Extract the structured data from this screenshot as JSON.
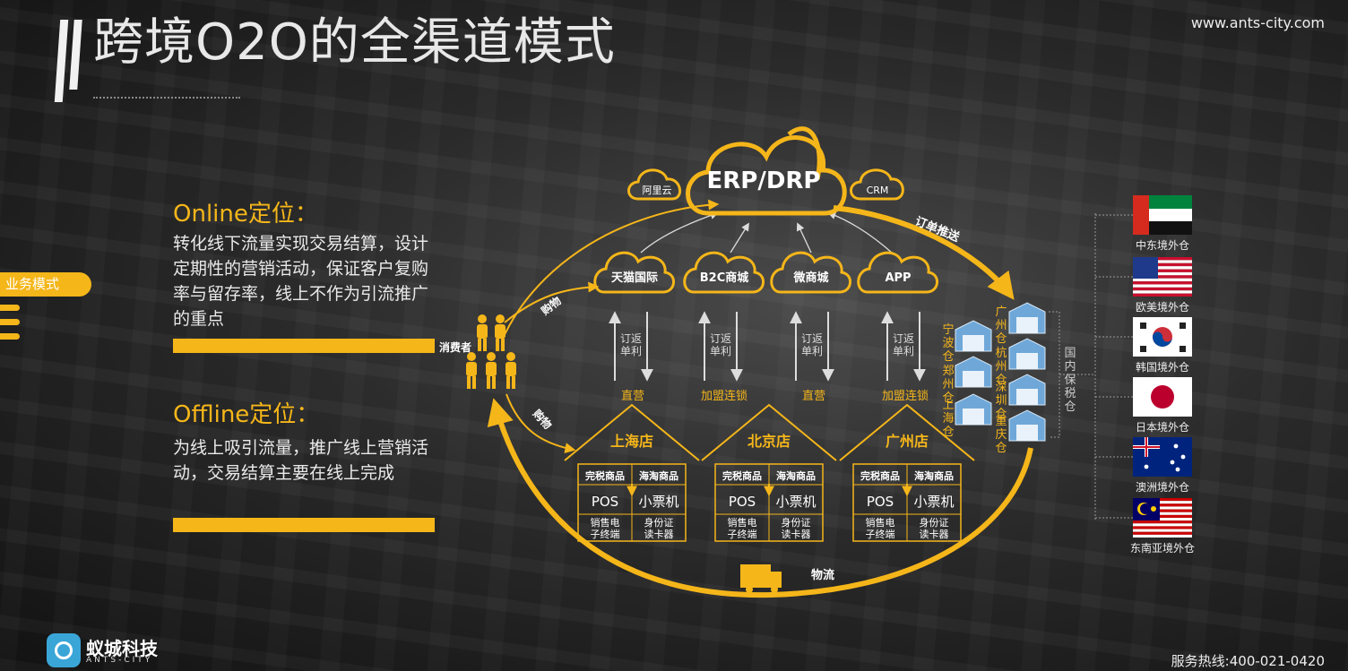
{
  "header": {
    "title": "跨境O2O的全渠道模式",
    "website": "www.ants-city.com"
  },
  "side_tab": {
    "label": "业务模式"
  },
  "online": {
    "heading": "Online定位：",
    "body": "转化线下流量实现交易结算，设计定期性的营销活动，保证客户复购率与留存率，线上不作为引流推广的重点"
  },
  "offline": {
    "heading": "Offline定位：",
    "body": "为线上吸引流量，推广线上营销活动，交易结算主要在线上完成"
  },
  "diagram": {
    "main_cloud": "ERP/DRP",
    "side_clouds": [
      "阿里云",
      "CRM"
    ],
    "channels": [
      "天猫国际",
      "B2C商城",
      "微商城",
      "APP"
    ],
    "consumer_label": "消费者",
    "purchase_label": "购物",
    "order_push_label": "订单推送",
    "logistics_label": "物流",
    "arrow_up_label": "订单",
    "arrow_down_label": "返利",
    "channel_types": [
      "直营",
      "加盟连锁",
      "直营",
      "加盟连锁"
    ],
    "stores": [
      {
        "name": "上海店",
        "cells": [
          "完税商品",
          "海淘商品",
          "POS",
          "小票机",
          "销售电子终端",
          "身份证读卡器"
        ]
      },
      {
        "name": "北京店",
        "cells": [
          "完税商品",
          "海淘商品",
          "POS",
          "小票机",
          "销售电子终端",
          "身份证读卡器"
        ]
      },
      {
        "name": "广州店",
        "cells": [
          "完税商品",
          "海淘商品",
          "POS",
          "小票机",
          "销售电子终端",
          "身份证读卡器"
        ]
      }
    ],
    "domestic_warehouses": [
      "宁波仓",
      "郑州仓",
      "上海仓",
      "广州仓",
      "杭州仓",
      "深圳仓",
      "重庆仓"
    ],
    "bonded_label": "国内保税仓",
    "overseas": [
      {
        "label": "中东境外仓",
        "flag": "uae"
      },
      {
        "label": "欧美境外仓",
        "flag": "usa"
      },
      {
        "label": "韩国境外仓",
        "flag": "korea"
      },
      {
        "label": "日本境外仓",
        "flag": "japan"
      },
      {
        "label": "澳洲境外仓",
        "flag": "australia"
      },
      {
        "label": "东南亚境外仓",
        "flag": "malaysia"
      }
    ]
  },
  "footer": {
    "brand": "蚁城科技",
    "brand_sub": "ANTS-CITY",
    "hotline": "服务热线:400-021-0420"
  },
  "colors": {
    "accent": "#f5b61a",
    "warehouse": "#6fa8d8"
  }
}
